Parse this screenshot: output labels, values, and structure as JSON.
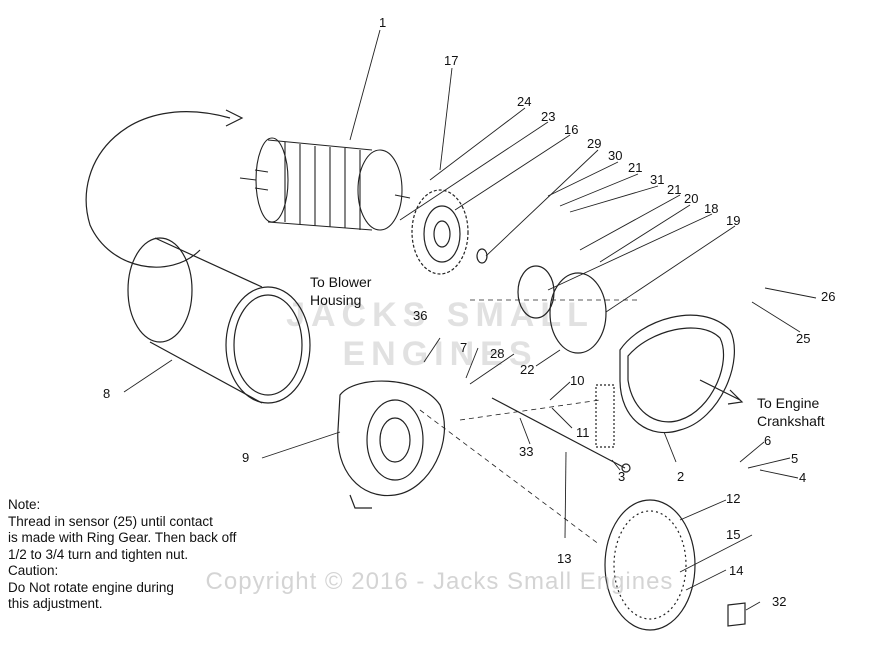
{
  "part_labels": [
    "1",
    "17",
    "24",
    "23",
    "16",
    "29",
    "30",
    "21",
    "31",
    "21",
    "20",
    "18",
    "19",
    "26",
    "25",
    "36",
    "7",
    "28",
    "22",
    "10",
    "11",
    "33",
    "3",
    "2",
    "6",
    "5",
    "4",
    "8",
    "9",
    "12",
    "15",
    "14",
    "32",
    "13"
  ],
  "captions": {
    "blower_line1": "To Blower",
    "blower_line2": "Housing",
    "engine_line1": "To Engine",
    "engine_line2": "Crankshaft"
  },
  "note": {
    "heading": "Note:",
    "line1": "Thread in sensor (25) until contact",
    "line2": "is made with Ring Gear.  Then back off",
    "line3": "1/2 to 3/4 turn and tighten nut.",
    "caution": "Caution:",
    "line4": "Do Not rotate engine during",
    "line5": "this adjustment."
  },
  "watermark": "Copyright © 2016 - Jacks Small Engines",
  "logo_text": "JACKS SMALL ENGINES"
}
